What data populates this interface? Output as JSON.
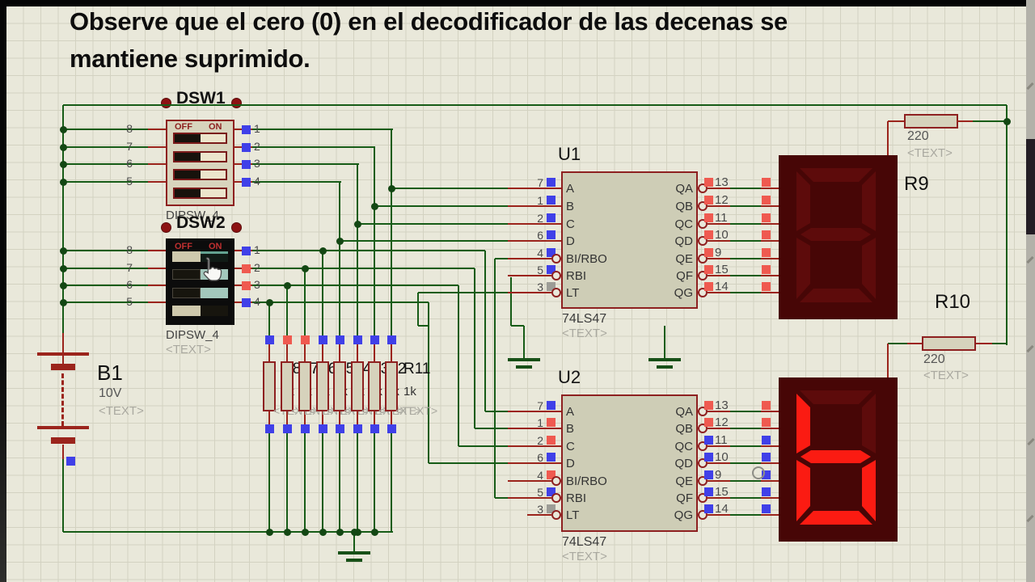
{
  "title": {
    "line1": "Observe que el cero (0) en el decodificador de las decenas se",
    "line2": "mantiene suprimido."
  },
  "dsw1": {
    "ref": "DSW1",
    "part": "DIPSW_4",
    "off_label": "OFF",
    "on_label": "ON",
    "left_pins": [
      "8",
      "7",
      "6",
      "5"
    ],
    "right_pins": [
      {
        "num": "1",
        "state": "blue"
      },
      {
        "num": "2",
        "state": "blue"
      },
      {
        "num": "3",
        "state": "blue"
      },
      {
        "num": "4",
        "state": "blue"
      }
    ],
    "slots": [
      "off-left",
      "off-left",
      "off-left",
      "off-left"
    ]
  },
  "dsw2": {
    "ref": "DSW2",
    "part": "DIPSW_4",
    "placeholder": "<TEXT>",
    "off_label": "OFF",
    "on_label": "ON",
    "left_pins": [
      "8",
      "7",
      "6",
      "5"
    ],
    "right_pins": [
      {
        "num": "1",
        "state": "blue"
      },
      {
        "num": "2",
        "state": "red"
      },
      {
        "num": "3",
        "state": "red"
      },
      {
        "num": "4",
        "state": "blue"
      }
    ],
    "slots": [
      "on",
      "off",
      "off",
      "on2"
    ]
  },
  "battery": {
    "ref": "B1",
    "value": "10V",
    "placeholder": "<TEXT>",
    "state": "blue"
  },
  "resistor_bank": {
    "placeholder": "<TEXT>",
    "bottom_state": "blue",
    "resistors": [
      {
        "label": "R8",
        "value": "1k",
        "top_state": "blue"
      },
      {
        "label": "R7",
        "value": "1k",
        "top_state": "red"
      },
      {
        "label": "R6",
        "value": "1k",
        "top_state": "red"
      },
      {
        "label": "R5",
        "value": "1k",
        "top_state": "blue"
      },
      {
        "label": "R4",
        "value": "1k",
        "top_state": "blue"
      },
      {
        "label": "R3",
        "value": "1k",
        "top_state": "blue"
      },
      {
        "label": "R2",
        "value": "1k",
        "top_state": "blue"
      },
      {
        "label": "R11",
        "value": "1k",
        "top_state": "blue"
      }
    ]
  },
  "u1": {
    "ref": "U1",
    "part": "74LS47",
    "placeholder": "<TEXT>",
    "left_pins": [
      {
        "num": "7",
        "name": "A",
        "state": "blue",
        "inv": false
      },
      {
        "num": "1",
        "name": "B",
        "state": "blue",
        "inv": false
      },
      {
        "num": "2",
        "name": "C",
        "state": "blue",
        "inv": false
      },
      {
        "num": "6",
        "name": "D",
        "state": "blue",
        "inv": false
      },
      {
        "num": "4",
        "name": "BI/RBO",
        "state": "blue",
        "inv": true
      },
      {
        "num": "5",
        "name": "RBI",
        "state": "blue",
        "inv": true
      },
      {
        "num": "3",
        "name": "LT",
        "state": "gray",
        "inv": true
      }
    ],
    "right_pins": [
      {
        "num": "13",
        "name": "QA",
        "state": "red",
        "inv": true
      },
      {
        "num": "12",
        "name": "QB",
        "state": "red",
        "inv": true
      },
      {
        "num": "11",
        "name": "QC",
        "state": "red",
        "inv": true
      },
      {
        "num": "10",
        "name": "QD",
        "state": "red",
        "inv": true
      },
      {
        "num": "9",
        "name": "QE",
        "state": "red",
        "inv": true
      },
      {
        "num": "15",
        "name": "QF",
        "state": "red",
        "inv": true
      },
      {
        "num": "14",
        "name": "QG",
        "state": "red",
        "inv": true
      }
    ]
  },
  "u2": {
    "ref": "U2",
    "part": "74LS47",
    "placeholder": "<TEXT>",
    "left_pins": [
      {
        "num": "7",
        "name": "A",
        "state": "blue",
        "inv": false
      },
      {
        "num": "1",
        "name": "B",
        "state": "red",
        "inv": false
      },
      {
        "num": "2",
        "name": "C",
        "state": "red",
        "inv": false
      },
      {
        "num": "6",
        "name": "D",
        "state": "blue",
        "inv": false
      },
      {
        "num": "4",
        "name": "BI/RBO",
        "state": "red",
        "inv": true
      },
      {
        "num": "5",
        "name": "RBI",
        "state": "blue",
        "inv": true
      },
      {
        "num": "3",
        "name": "LT",
        "state": "gray",
        "inv": true
      }
    ],
    "right_pins": [
      {
        "num": "13",
        "name": "QA",
        "state": "red",
        "inv": true
      },
      {
        "num": "12",
        "name": "QB",
        "state": "red",
        "inv": true
      },
      {
        "num": "11",
        "name": "QC",
        "state": "blue",
        "inv": true
      },
      {
        "num": "10",
        "name": "QD",
        "state": "blue",
        "inv": true
      },
      {
        "num": "9",
        "name": "QE",
        "state": "blue",
        "inv": true
      },
      {
        "num": "15",
        "name": "QF",
        "state": "blue",
        "inv": true
      },
      {
        "num": "14",
        "name": "QG",
        "state": "blue",
        "inv": true
      }
    ]
  },
  "r9": {
    "ref": "R9",
    "value": "220",
    "placeholder": "<TEXT>"
  },
  "r10": {
    "ref": "R10",
    "value": "220",
    "placeholder": "<TEXT>"
  },
  "displays": {
    "tens": {
      "segments": {
        "a": "off",
        "b": "off",
        "c": "off",
        "d": "off",
        "e": "off",
        "f": "off",
        "g": "off"
      }
    },
    "units": {
      "segments": {
        "a": "off",
        "b": "off",
        "c": "on",
        "d": "on",
        "e": "on",
        "f": "on",
        "g": "on"
      }
    }
  },
  "colors": {
    "wire_green": "#175c17",
    "pin_red": "#9b241c",
    "state_blue": "#4040e8",
    "state_red": "#ef5a50",
    "state_gray": "#9c9c96",
    "segment_lit": "#fb1b12"
  }
}
